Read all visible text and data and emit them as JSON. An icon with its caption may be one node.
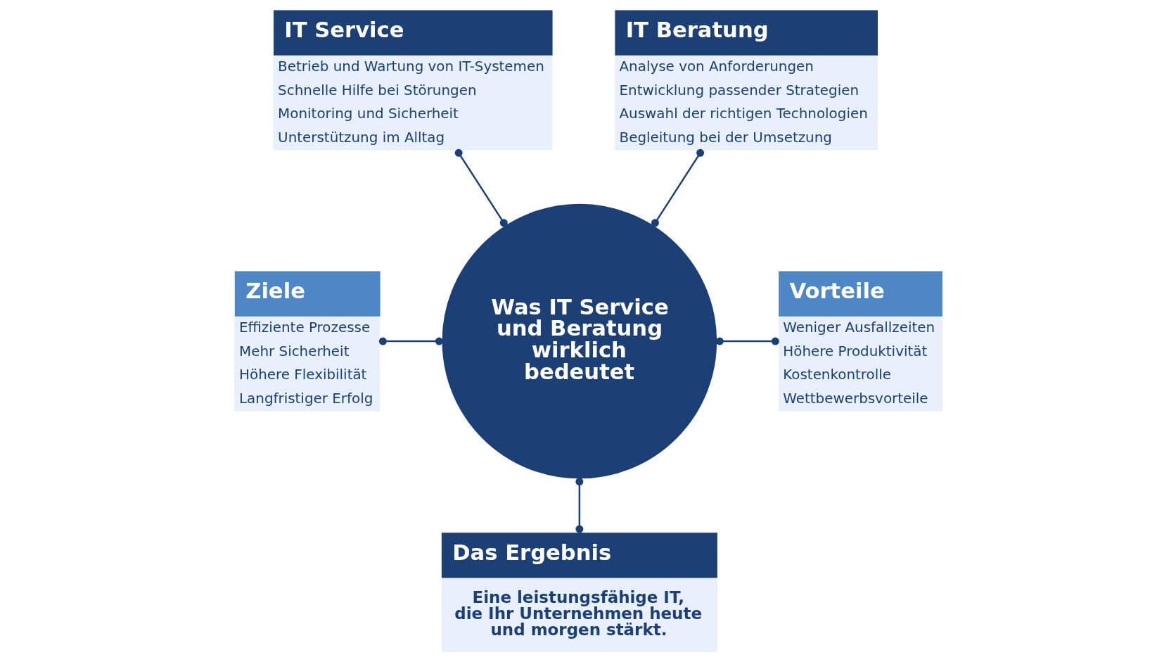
{
  "diagram": {
    "nodes": [
      {
        "text": [
          "Was IT Service und Beratung wirklich bedeutet"
        ]
      },
      {
        "text": [
          "IT Service",
          "Betrieb und Wartung von IT-Systemen",
          "Schnelle Hilfe bei Störungen",
          "Monitoring und Sicherheit",
          "Unterstützung im Alltag"
        ]
      },
      {
        "text": [
          "IT Beratung",
          "Analyse von Anforderungen",
          "Entwicklung passender Strategien",
          "Auswahl der richtigen Technologien",
          "Begleitung bei der Umsetzung"
        ]
      },
      {
        "text": [
          "Ziele",
          "Effiziente Prozesse",
          "Mehr Sicherheit",
          "Höhere Flexibilität",
          "Langfristiger Erfolg"
        ]
      },
      {
        "text": [
          "Vorteile",
          "Weniger Ausfallzeiten",
          "Höhere Produktivität",
          "Kostenkontrolle",
          "Wettbewerbsvorteile"
        ]
      },
      {
        "text": [
          "Das Ergebnis",
          "Eine leistungsfähige IT, die Ihr Unternehmen heute und morgen stärkt."
        ]
      }
    ],
    "edges": [
      {
        "from": 0,
        "to": 1,
        "arrow": "other"
      },
      {
        "from": 0,
        "to": 2,
        "arrow": "other"
      },
      {
        "from": 0,
        "to": 3,
        "arrow": "other"
      },
      {
        "from": 0,
        "to": 4,
        "arrow": "other"
      },
      {
        "from": 0,
        "to": 5,
        "arrow": "other"
      }
    ]
  }
}
